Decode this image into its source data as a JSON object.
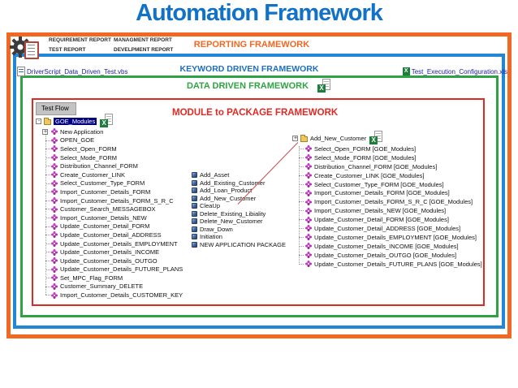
{
  "title": "Automation Framework",
  "reporting": {
    "label": "REPORTING FRAMEWORK",
    "reports": {
      "requirement": "REQUIREMENT REPORT",
      "test": "TEST REPORT",
      "management": "MANAGMENT REPORT",
      "development": "DEVELPMENT REPORT"
    }
  },
  "keyword": {
    "label": "KEYWORD DRIVEN FRAMEWORK",
    "driver_script": "DriverScript_Data_Driven_Test.vbs",
    "test_config": "Test_Execution_Configuration.xls"
  },
  "data_driven": {
    "label": "DATA DRIVEN FRAMEWORK"
  },
  "module_package": {
    "label": "MODULE to PACKAGE FRAMEWORK"
  },
  "test_flow": {
    "tab": "Test Flow",
    "root": "GOE_Modules",
    "expandable_child": "New Application",
    "children": [
      "OPEN_GOE",
      "Select_Open_FORM",
      "Select_Mode_FORM",
      "Distribution_Channel_FORM",
      "Create_Customer_LINK",
      "Select_Customer_Type_FORM",
      "Import_Customer_Details_FORM",
      "Import_Customer_Details_FORM_S_R_C",
      "Customer_Search_MESSAGEBOX",
      "Import_Customer_Details_NEW",
      "Update_Customer_Detail_FORM",
      "Update_Customer_Detail_ADDRESS",
      "Update_Customer_Details_EMPLOYMENT",
      "Update_Customer_Details_INCOME",
      "Update_Customer_Details_OUTGO",
      "Update_Customer_Details_FUTURE_PLANS",
      "Set_MPC_Flag_FORM",
      "Customer_Summary_DELETE",
      "Import_Customer_Details_CUSTOMER_KEY"
    ]
  },
  "package_list": {
    "items": [
      "Add_Asset",
      "Add_Existing_Customer",
      "Add_Loan_Product",
      "Add_New_Customer",
      "CleaUp",
      "Delete_Existing_Libiality",
      "Delete_New_Customer",
      "Draw_Down",
      "Initiation",
      "NEW APPLICATION PACKAGE"
    ]
  },
  "package_tree": {
    "root": "Add_New_Customer",
    "children": [
      "Select_Open_FORM [GOE_Modules]",
      "Select_Mode_FORM [GOE_Modules]",
      "Distribution_Channel_FORM [GOE_Modules]",
      "Create_Customer_LINK [GOE_Modules]",
      "Select_Customer_Type_FORM [GOE_Modules]",
      "Import_Customer_Details_FORM [GOE_Modules]",
      "Import_Customer_Details_FORM_S_R_C [GOE_Modules]",
      "Import_Customer_Details_NEW [GOE_Modules]",
      "Update_Customer_Detail_FORM [GOE_Modules]",
      "Update_Customer_Detail_ADDRESS [GOE_Modules]",
      "Update_Customer_Details_EMPLOYMENT [GOE_Modules]",
      "Update_Customer_Details_INCOME [GOE_Modules]",
      "Update_Customer_Details_OUTGO [GOE_Modules]",
      "Update_Customer_Details_FUTURE_PLANS [GOE_Modules]"
    ]
  },
  "colors": {
    "title": "#1272C8",
    "frame_orange": "#F26822",
    "frame_blue": "#2086D6",
    "frame_green": "#2FA344",
    "frame_red": "#DE2A24",
    "selection": "#000080",
    "excel_green": "#1E7F3C",
    "action_icon_pink": "#C73AC7"
  }
}
